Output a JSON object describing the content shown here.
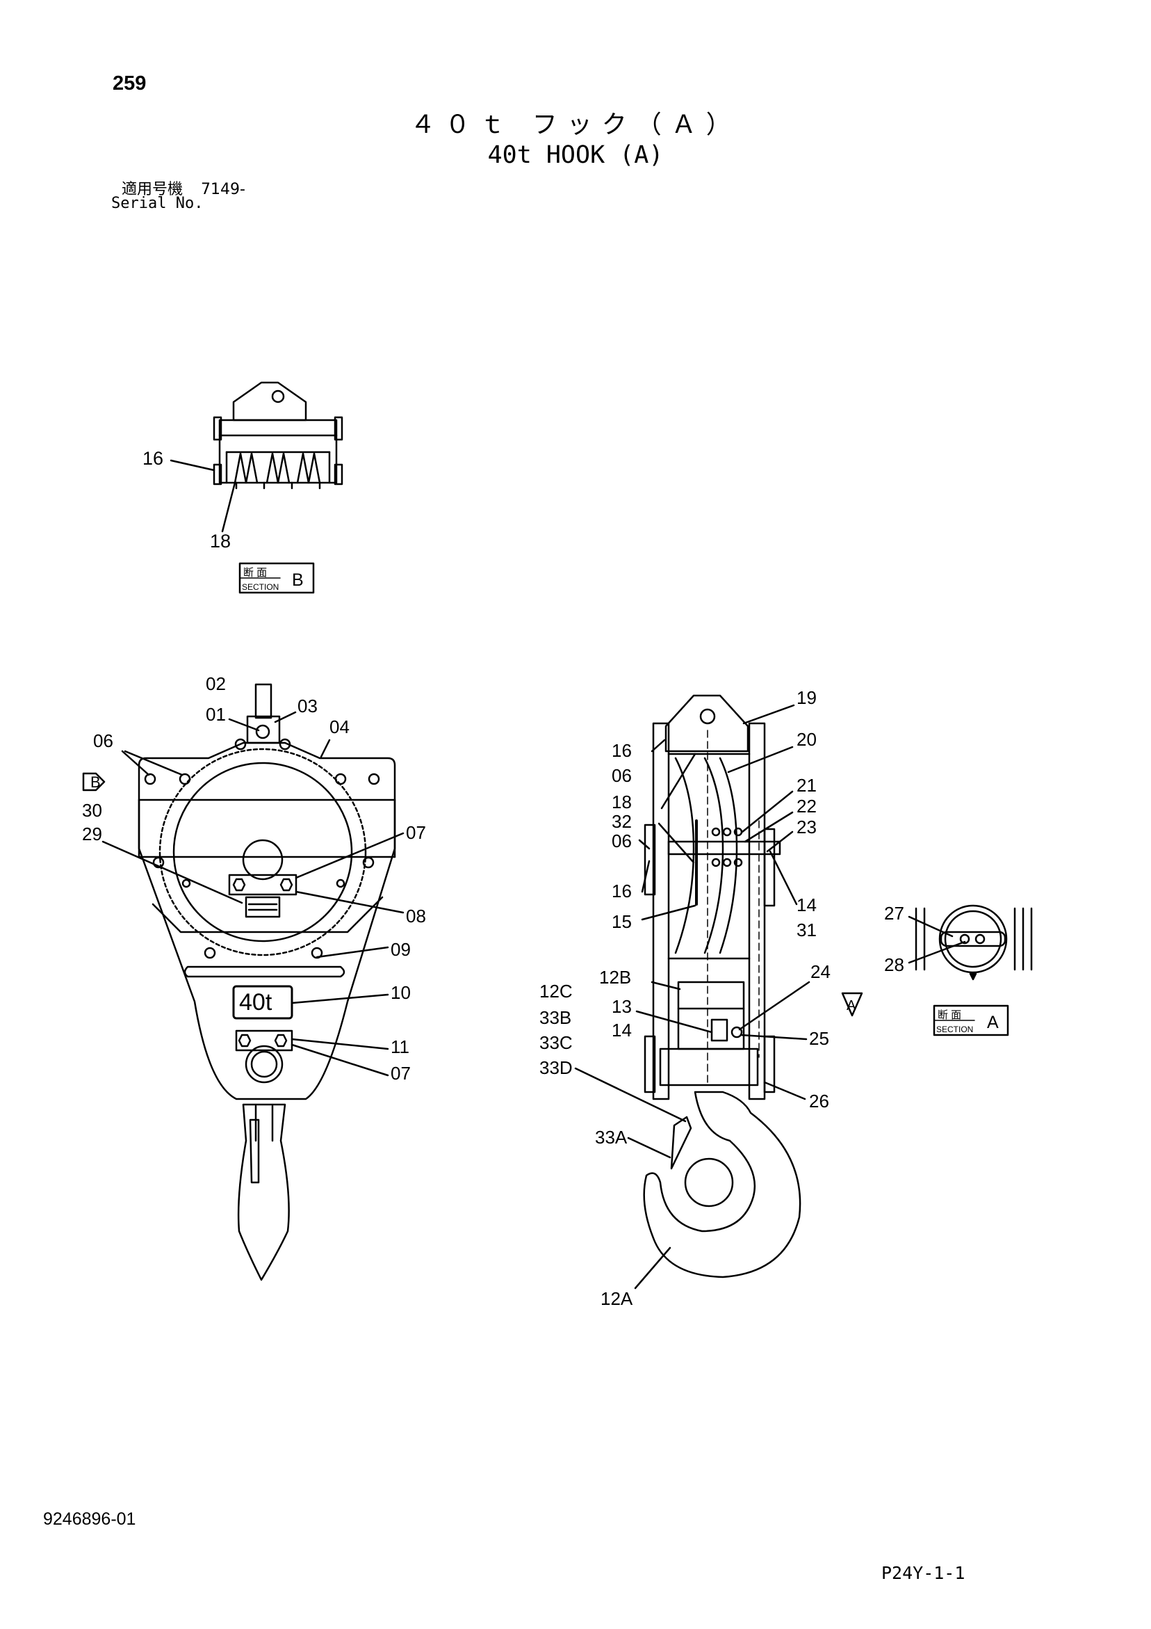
{
  "header": {
    "page_number": "259",
    "title_jp": "４０ｔ フック（Ａ）",
    "title_en": "40t HOOK (A)",
    "serial_label_jp": "適用号機",
    "serial_value": "7149-",
    "serial_label_en": "Serial No."
  },
  "section_b": {
    "labels": {
      "l16": "16",
      "l18": "18"
    },
    "box": {
      "kanji": "断 面",
      "word": "SECTION",
      "letter": "B"
    }
  },
  "front_view": {
    "labels": {
      "l02": "02",
      "l01": "01",
      "l03": "03",
      "l04": "04",
      "l06": "06",
      "l30": "30",
      "l29": "29",
      "l07a": "07",
      "l08": "08",
      "l09": "09",
      "l10": "10",
      "l11": "11",
      "l07b": "07"
    },
    "view_arrow": "B",
    "capacity_plate": "40t"
  },
  "side_view": {
    "labels": {
      "l19": "19",
      "l20": "20",
      "l16a": "16",
      "l06a": "06",
      "l18": "18",
      "l21": "21",
      "l22": "22",
      "l23": "23",
      "l32": "32",
      "l06b": "06",
      "l16b": "16",
      "l14a": "14",
      "l31": "31",
      "l15": "15",
      "l12B": "12B",
      "l24": "24",
      "l12C": "12C",
      "l33B": "33B",
      "l33C": "33C",
      "l33D": "33D",
      "l13": "13",
      "l14b": "14",
      "l25": "25",
      "l26": "26",
      "l33A": "33A",
      "l12A": "12A"
    },
    "view_arrow": "A"
  },
  "detail_view": {
    "labels": {
      "l27": "27",
      "l28": "28"
    },
    "box": {
      "kanji": "断 面",
      "word": "SECTION",
      "letter": "A"
    }
  },
  "footer": {
    "doc_number": "9246896-01",
    "page_code": "P24Y-1-1"
  }
}
